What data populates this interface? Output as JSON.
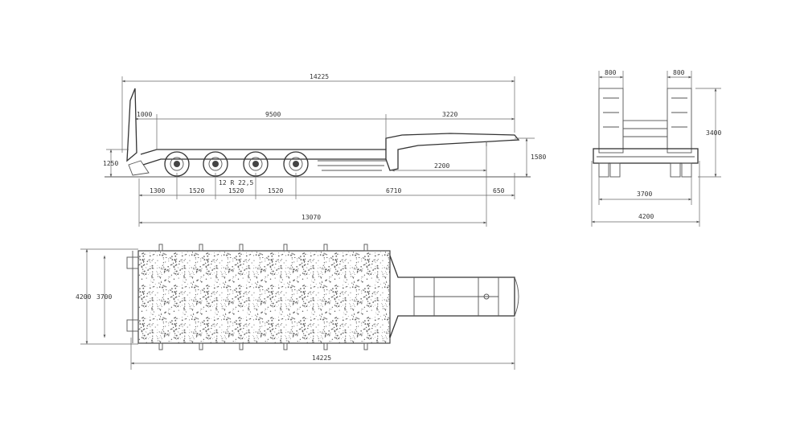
{
  "side_view": {
    "overall_length": "14225",
    "rear_ramp": "1000",
    "deck_length": "9500",
    "gooseneck_length": "3220",
    "deck_height": "1250",
    "fifth_wheel_height": "1580",
    "kingpin_to_gooseneck": "2200",
    "tyre": "12 R 22,5",
    "rear_overhang": "1300",
    "axle_spacing_1": "1520",
    "axle_spacing_2": "1520",
    "axle_spacing_3": "1520",
    "axle_to_kingpin": "6710",
    "kingpin_front": "650",
    "rear_to_kingpin": "13070"
  },
  "front_view": {
    "ramp_width_left": "800",
    "ramp_width_right": "800",
    "height": "3400",
    "track_width": "3700",
    "overall_width": "4200"
  },
  "top_view": {
    "overall_width": "4200",
    "deck_width": "3700",
    "overall_length": "14225"
  },
  "colors": {
    "line": "#555555",
    "background": "#ffffff"
  }
}
